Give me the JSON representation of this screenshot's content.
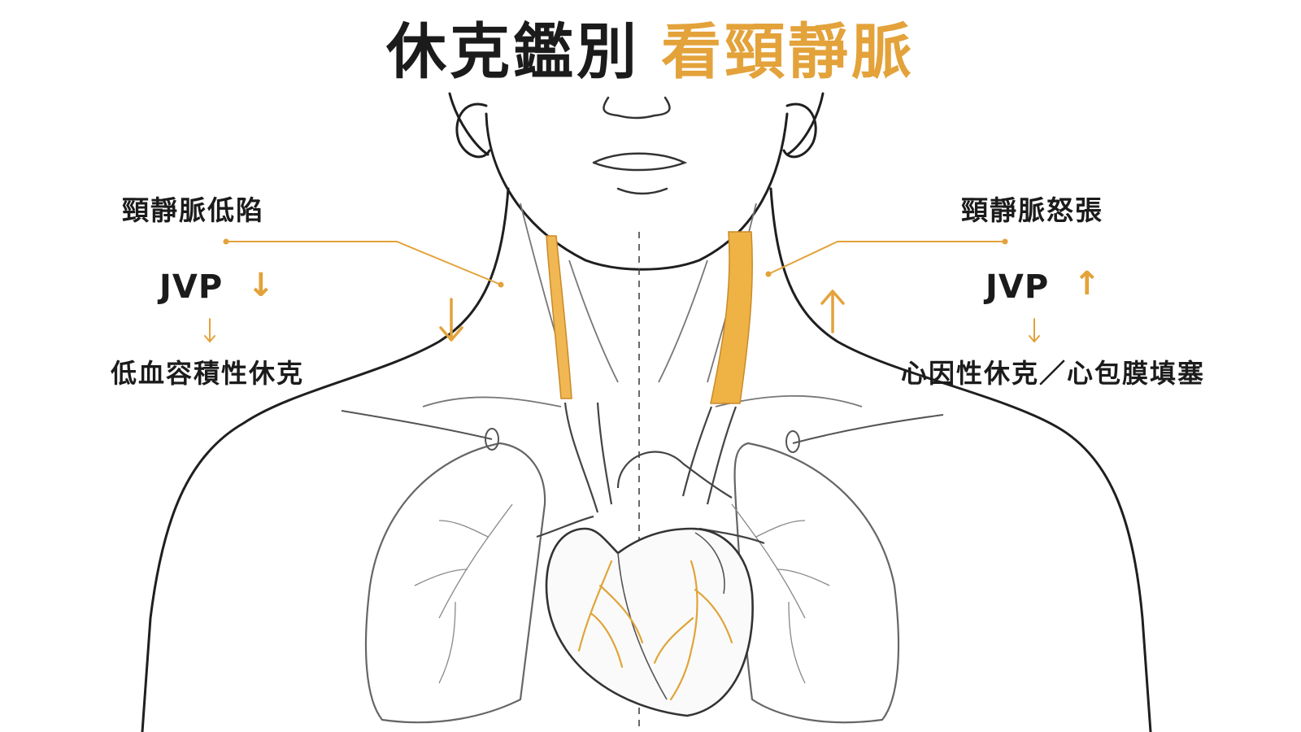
{
  "title": {
    "part1": "休克鑑別",
    "part2": "看頸靜脈"
  },
  "left": {
    "heading": "頸靜脈低陷",
    "jvp_label": "JVP",
    "arrow_symbol": "↓",
    "result": "低血容積性休克"
  },
  "right": {
    "heading": "頸靜脈怒張",
    "jvp_label": "JVP",
    "arrow_symbol": "↑",
    "result": "心因性休克／心包膜填塞"
  },
  "colors": {
    "accent": "#e3a23a",
    "text": "#1b1b1b",
    "outline": "#1f1f1f",
    "organ_line": "#666666"
  }
}
